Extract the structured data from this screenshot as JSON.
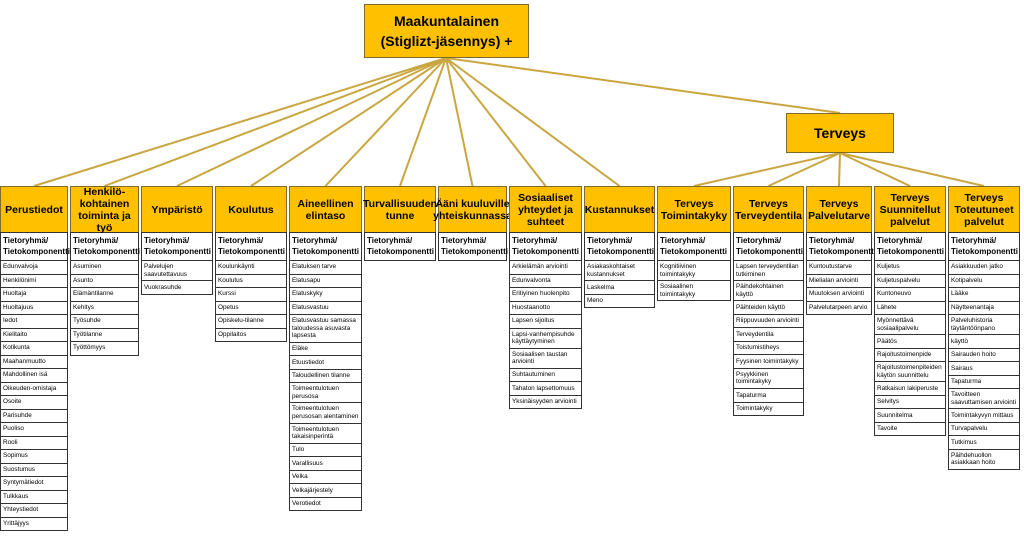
{
  "root": {
    "line1": "Maakuntalainen",
    "line2": "(Stiglizt-jäsennys) +"
  },
  "terveys": {
    "label": "Terveys"
  },
  "sub_label": "Tietoryhmä/\nTietokomponentti",
  "columns": [
    {
      "title": "Perustiedot",
      "items": [
        "Edunvalvoja",
        "Henkilönimi",
        "Huoltaja",
        "Huoltajuus",
        "Iedot",
        "Kielitaito",
        "Kotikunta",
        "Maahanmuutto",
        "Mahdollinen isä",
        "Oikeuden-omistaja",
        "Osoite",
        "Parisuhde",
        "Puoliso",
        "Rooli",
        "Sopimus",
        "Suostumus",
        "Syntymätiedot",
        "Tulkkaus",
        "Yhteystiedot",
        "Yrittäjyys"
      ]
    },
    {
      "title": "Henkilö-\nkohtainen\ntoiminta ja työ",
      "items": [
        "Asuminen",
        "Asunto",
        "Elämäntilanne",
        "Kehitys",
        "Työsuhde",
        "Työtilanne",
        "Työttömyys"
      ]
    },
    {
      "title": "Ympäristö",
      "items": [
        "Palvelujen saavutettavuus",
        "Vuokrasuhde"
      ]
    },
    {
      "title": "Koulutus",
      "items": [
        "Koulunkäynti",
        "Koulutus",
        "Kurssi",
        "Opetus",
        "Opiskelu-tilanne",
        "Oppilaitos"
      ]
    },
    {
      "title": "Aineellinen\nelintaso",
      "items": [
        "Elatuksen tarve",
        "Elatusapu",
        "Elatuskyky",
        "Elatusvastuu",
        "Elatusvastuu samassa taloudessa asuvasta lapsesta",
        "Eläke",
        "Etuustiedot",
        "Taloudellinen tilanne",
        "Toimeentulotuen perusosa",
        "Toimeentulotuen perusosan alentaminen",
        "Toimeentulotuen takaisinperintä",
        "Tulo",
        "Varallisuus",
        "Velka",
        "Velkajärjestely",
        "Verotiedot"
      ]
    },
    {
      "title": "Turvallisuuden\ntunne",
      "items": []
    },
    {
      "title": "Ääni kuuluville\nyhteiskunnassa",
      "items": []
    },
    {
      "title": "Sosiaaliset\nyhteydet ja\nsuhteet",
      "items": [
        "Arkielämän arviointi",
        "Edunvalvonta",
        "Eritiyinen huolenpito",
        "Huostaanotto",
        "Lapsen sijoitus",
        "Lapsi-vanhempisuhde käyttäytyminen",
        "Sosiaalisen taustan arviointi",
        "Suhtautuminen",
        "Tahaton lapsettomuus",
        "Yksinäisyyden arviointi"
      ]
    },
    {
      "title": "Kustannukset",
      "items": [
        "Asiakaskohtaiset kustannukset",
        "Laskelma",
        "Meno"
      ]
    },
    {
      "title": "Terveys\nToimintakyky",
      "items": [
        "Kognitiivinen toimintakyky",
        "Sosiaalinen toimintakyky"
      ]
    },
    {
      "title": "Terveys\nTerveydentila",
      "items": [
        "Lapsen terveydentilan tutkiminen",
        "Päihdekohtainen käyttö",
        "Päihteiden käyttö",
        "Riippuvuuden arviointi",
        "Terveydentila",
        "Toistumistiheys",
        "Fyysinen toimintakyky",
        "Psyykkinen toimintakyky",
        "Tapaturma",
        "Toimintakyky"
      ]
    },
    {
      "title": "Terveys\nPalvelutarve",
      "items": [
        "Kuntoutustarve",
        "Mielialan arviointi",
        "Muutoksen arviointi",
        "Palvelutarpeen arvio"
      ]
    },
    {
      "title": "Terveys\nSuunnitellut\npalvelut",
      "items": [
        "Kuljetus",
        "Kuljetuspalvelu",
        "Kuntoneuvo",
        "Lähete",
        "Myönnettävä sosiaalipalvelu",
        "Päätös",
        "Rajoitustoimenpide",
        "Rajoitustoimenpiteiden käytön suunnittelu",
        "Ratkaisun lakiperuste",
        "Selvitys",
        "Suunnitelma",
        "Tavoite"
      ]
    },
    {
      "title": "Terveys\nToteutuneet\npalvelut",
      "items": [
        "Asiakkuuden jatko",
        "Kotipalvelu",
        "Lääke",
        "Näytteenantaja",
        "Palveluhistoria täytäntöönpano",
        "käyttö",
        "Sairauden hoito",
        "Sairaus",
        "Tapaturma",
        "Tavoitteen saavuttamisen arviointi",
        "Toimintakyvyn mittaus",
        "Turvapalvelu",
        "Tutkimus",
        "Päihdehuollon asiakkaan hoito"
      ]
    }
  ]
}
